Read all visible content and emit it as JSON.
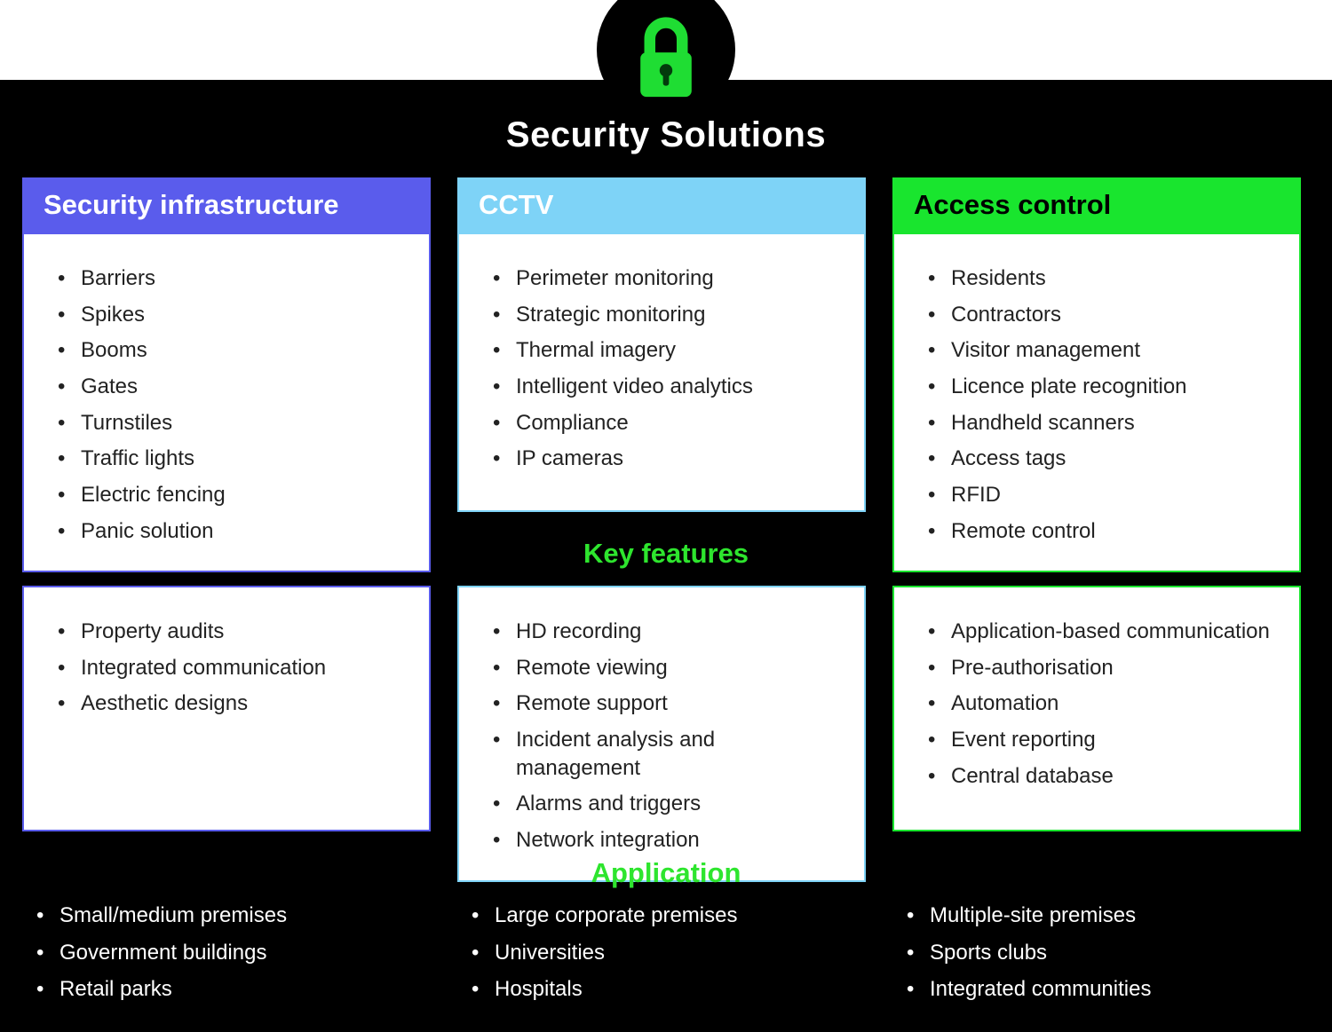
{
  "page_title": "Security Solutions",
  "icon": {
    "name": "padlock-icon",
    "color": "#1fdd33",
    "circle_color": "#000000"
  },
  "section_labels": {
    "key_features": "Key features",
    "application": "Application"
  },
  "colors": {
    "background": "#000000",
    "panel": "#ffffff",
    "title_text": "#ffffff",
    "section_label_green": "#2ee52e",
    "body_text": "#222222"
  },
  "columns": [
    {
      "header": "Security infrastructure",
      "accent": "#5a5cec",
      "header_text_color": "#ffffff",
      "products": [
        "Barriers",
        "Spikes",
        "Booms",
        "Gates",
        "Turnstiles",
        "Traffic lights",
        "Electric fencing",
        "Panic solution"
      ],
      "key_features": [
        "Property audits",
        "Integrated communication",
        "Aesthetic designs"
      ],
      "applications": [
        "Small/medium premises",
        "Government buildings",
        "Retail parks"
      ]
    },
    {
      "header": "CCTV",
      "accent": "#7ed3f7",
      "header_text_color": "#ffffff",
      "products": [
        "Perimeter monitoring",
        "Strategic monitoring",
        "Thermal imagery",
        "Intelligent video analytics",
        "Compliance",
        "IP cameras"
      ],
      "key_features": [
        "HD recording",
        "Remote viewing",
        "Remote support",
        "Incident analysis and management",
        "Alarms and triggers",
        "Network integration"
      ],
      "applications": [
        "Large corporate premises",
        "Universities",
        "Hospitals"
      ]
    },
    {
      "header": "Access control",
      "accent": "#19e52e",
      "header_text_color": "#000000",
      "products": [
        "Residents",
        "Contractors",
        "Visitor management",
        "Licence plate recognition",
        "Handheld scanners",
        "Access tags",
        "RFID",
        "Remote control"
      ],
      "key_features": [
        "Application-based communication",
        "Pre-authorisation",
        "Automation",
        "Event reporting",
        "Central database"
      ],
      "applications": [
        "Multiple-site premises",
        "Sports clubs",
        "Integrated communities"
      ]
    }
  ]
}
